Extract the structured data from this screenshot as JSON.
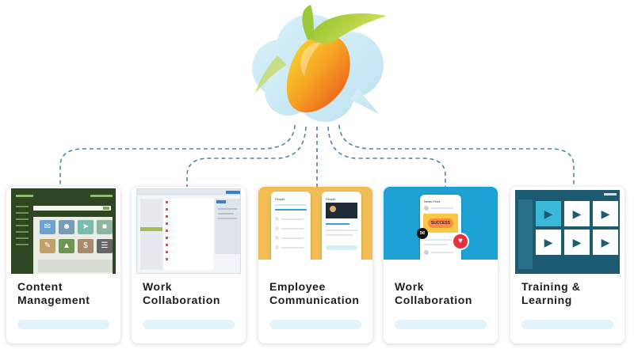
{
  "colors": {
    "connector": "#4f87a0",
    "pill": "#e3f3fc",
    "cms_dark": "#2e4722",
    "collab_border": "#d5dde5",
    "comm_yellow": "#f2bd54",
    "social_blue": "#1ea2d6",
    "training_teal": "#1d5b72",
    "video_tile": "#3ab8d8",
    "like_red": "#e8303e"
  },
  "icons": {
    "logo": "mango-cloud-logo",
    "cms": [
      "mail-icon",
      "contact-card-icon",
      "send-icon",
      "folder-icon",
      "tag-icon",
      "thumbs-up-icon",
      "money-icon",
      "database-icon"
    ],
    "social": [
      "chat-bubble-icon",
      "heart-icon"
    ],
    "training": "play-icon"
  },
  "cards": [
    {
      "title": "Content Management"
    },
    {
      "title": "Work Collaboration"
    },
    {
      "title": "Employee Communication"
    },
    {
      "title": "Work Collaboration"
    },
    {
      "title": "Training & Learning"
    }
  ],
  "mock": {
    "people_label": "People",
    "news_feed_label": "News Feed",
    "graphic_word": "SUCCESS"
  }
}
